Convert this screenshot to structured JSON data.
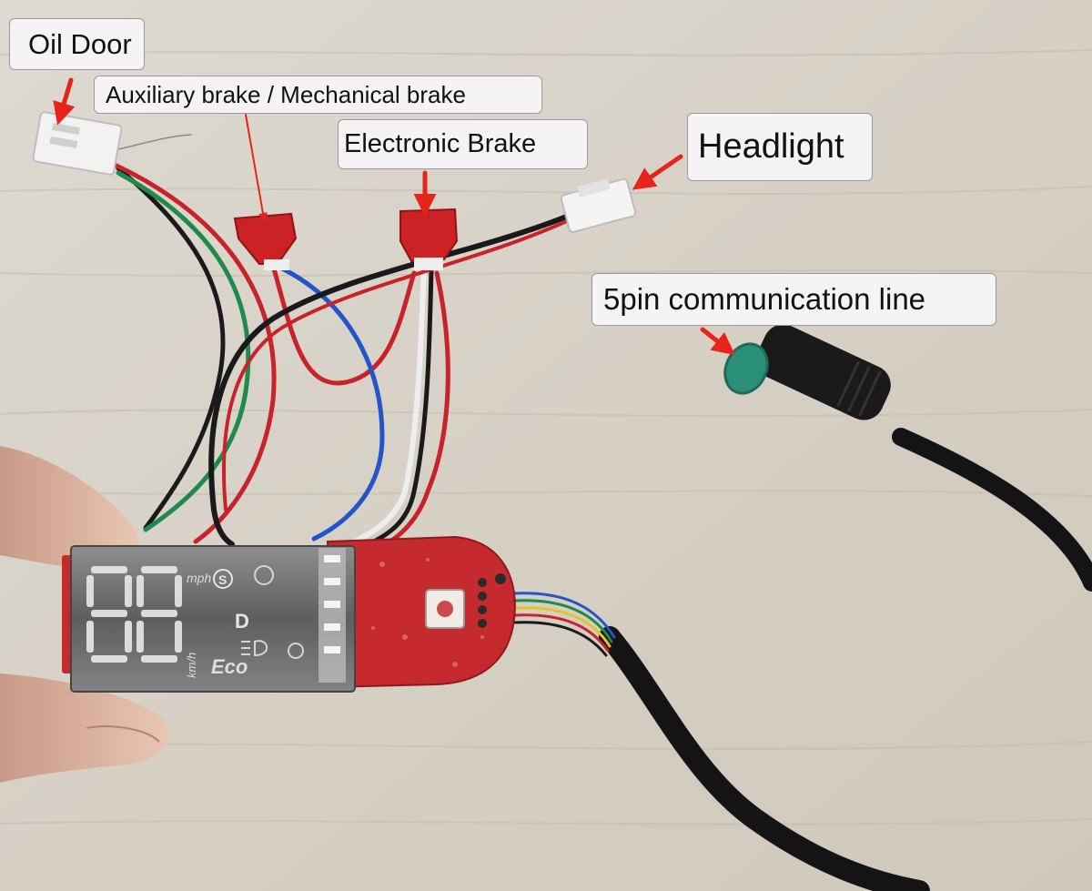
{
  "labels": {
    "oil_door": "Oil Door",
    "auxiliary_brake": "Auxiliary brake / Mechanical brake",
    "electronic_brake": "Electronic Brake",
    "headlight": "Headlight",
    "communication_line": "5pin communication line"
  },
  "display": {
    "unit_kmh": "km/h",
    "unit_mph": "mph",
    "mode_eco": "Eco",
    "gear_d": "D",
    "sport_s": "S"
  },
  "colors": {
    "arrow": "#e8231c",
    "wood": "#d9d4ca",
    "pcb": "#c52a2e",
    "wire_red": "#c8232a",
    "wire_green": "#1f8a4c",
    "wire_blue": "#2553c8",
    "wire_black": "#1a1a1a",
    "connector_teal": "#2a8f78"
  }
}
